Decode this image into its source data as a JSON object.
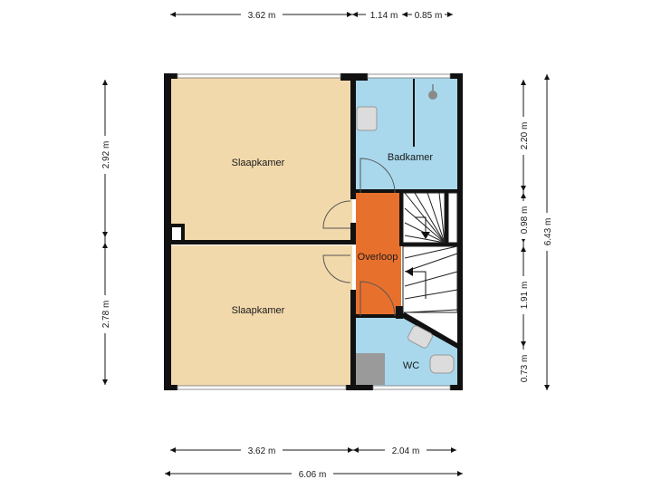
{
  "rooms": {
    "bedroom_top": "Slaapkamer",
    "bedroom_bottom": "Slaapkamer",
    "bathroom": "Badkamer",
    "landing": "Overloop",
    "toilet": "WC"
  },
  "dimensions": {
    "top_1": "3.62 m",
    "top_2": "1.14 m",
    "top_3": "0.85 m",
    "bottom_1": "3.62 m",
    "bottom_2": "2.04 m",
    "bottom_total": "6.06 m",
    "left_1": "2.92 m",
    "left_2": "2.78 m",
    "right_1": "2.20 m",
    "right_2": "0.98 m",
    "right_3": "1.91 m",
    "right_4": "0.73 m",
    "right_total": "6.43 m"
  },
  "colors": {
    "bedroom": "#f2d9ac",
    "bathroom": "#a9d8ec",
    "landing": "#e8702d",
    "wall": "#111111",
    "toilet_fixture": "#9a9a9a"
  }
}
